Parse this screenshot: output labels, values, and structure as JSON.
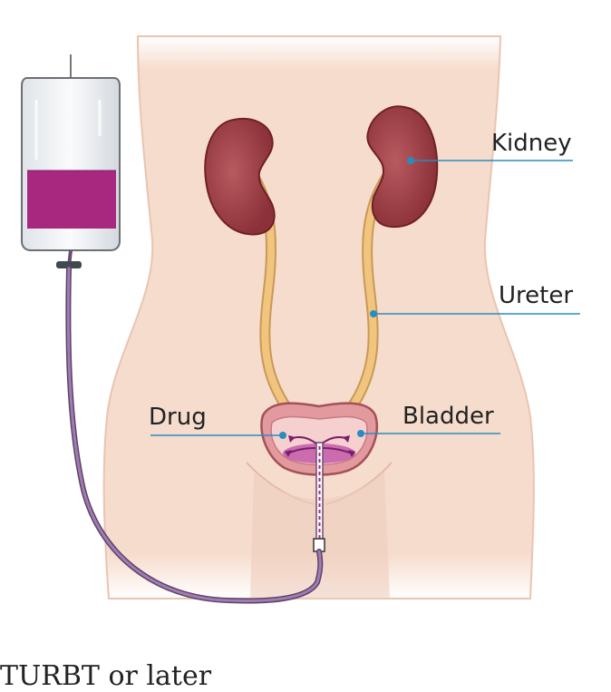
{
  "labels": {
    "kidney": "Kidney",
    "ureter": "Ureter",
    "drug": "Drug",
    "bladder": "Bladder"
  },
  "footer_text": "TURBT or later",
  "colors": {
    "skin": "#f6dccd",
    "skin_shadow": "#eac4b1",
    "kidney": "#9b3e46",
    "ureter": "#f2c57f",
    "drug": "#a8287f",
    "bladder": "#e39a9e",
    "leader_line": "#2a8cbd",
    "tubing": "#8a5e96"
  }
}
